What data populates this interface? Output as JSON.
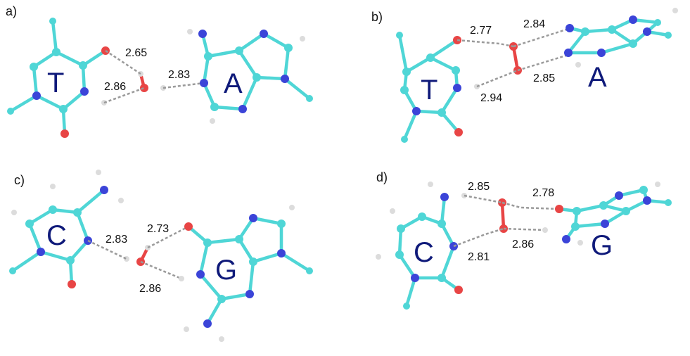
{
  "panels": [
    {
      "label": "a)",
      "bases": [
        "T",
        "A"
      ],
      "distances": [
        "2.65",
        "2.86",
        "2.83"
      ]
    },
    {
      "label": "b)",
      "bases": [
        "T",
        "A"
      ],
      "distances": [
        "2.77",
        "2.84",
        "2.85",
        "2.94"
      ]
    },
    {
      "label": "c)",
      "bases": [
        "C",
        "G"
      ],
      "distances": [
        "2.73",
        "2.83",
        "2.86"
      ]
    },
    {
      "label": "d)",
      "bases": [
        "C",
        "G"
      ],
      "distances": [
        "2.85",
        "2.78",
        "2.86",
        "2.81"
      ]
    }
  ],
  "colors": {
    "carbon": "#4fd6d6",
    "nitrogen": "#3b44d8",
    "oxygen": "#e84545",
    "hydrogen": "#dcdcdc",
    "hbond": "#9a9a9a",
    "letter": "#0f1a7a"
  }
}
